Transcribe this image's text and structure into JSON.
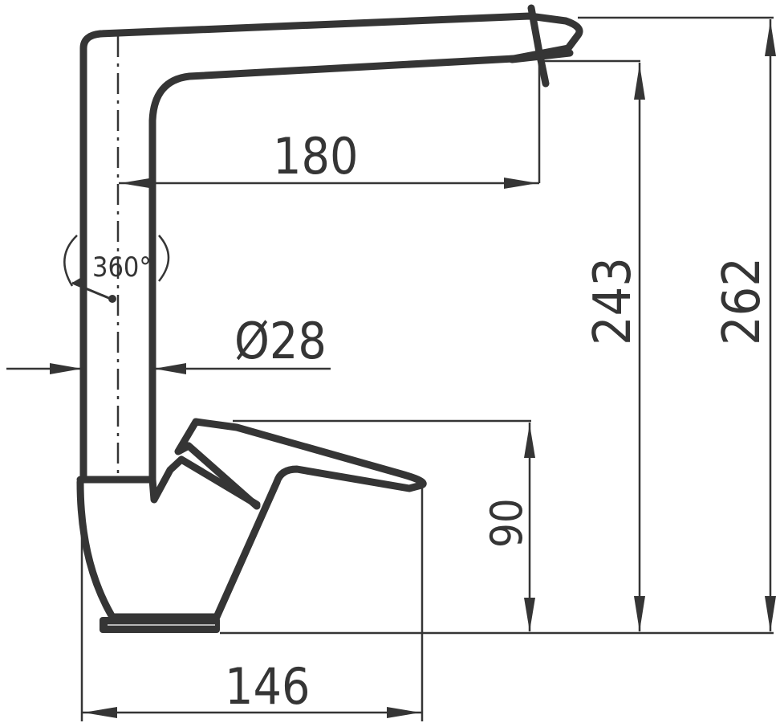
{
  "drawing": {
    "subject": "single-lever faucet side view",
    "line_color": "#353535",
    "background": "#ffffff"
  },
  "dimensions": {
    "spout_reach": "180",
    "total_height": "262",
    "spout_outlet_height": "243",
    "lever_height": "90",
    "base_width": "146",
    "pipe_diameter": "Ø28",
    "rotation": "360°"
  }
}
